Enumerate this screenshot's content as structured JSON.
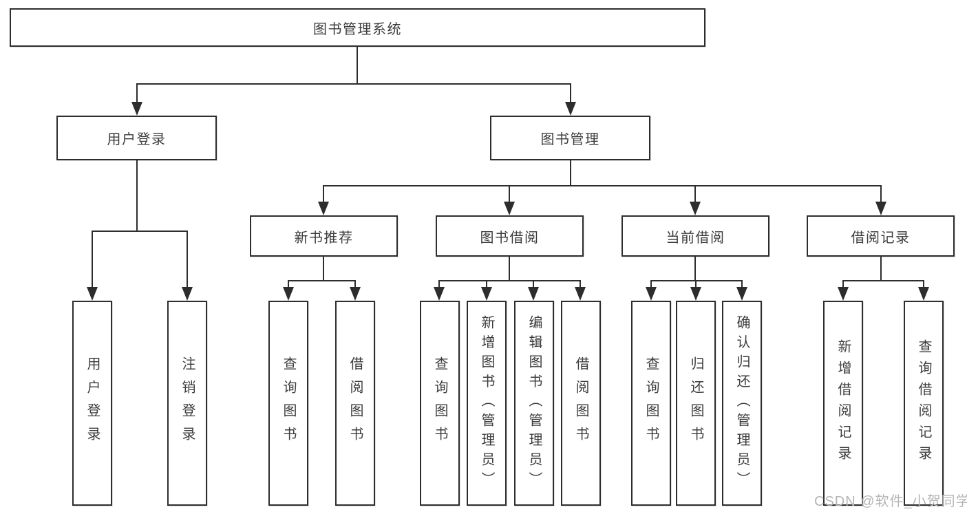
{
  "colors": {
    "line": "#2d2d2d",
    "text": "#3c3c3c",
    "watermark": "#b5b5b5",
    "background": "#ffffff"
  },
  "watermark": {
    "text": "CSDN @软件_小贺同学"
  },
  "tree": {
    "root": {
      "label": "图书管理系统"
    },
    "branches": [
      {
        "label": "用户登录",
        "children": [
          {
            "label": "用户登录"
          },
          {
            "label": "注销登录"
          }
        ]
      },
      {
        "label": "图书管理",
        "groups": [
          {
            "label": "新书推荐",
            "children": [
              {
                "label": "查询图书"
              },
              {
                "label": "借阅图书"
              }
            ]
          },
          {
            "label": "图书借阅",
            "children": [
              {
                "label": "查询图书"
              },
              {
                "label": "新增图书（管理员）"
              },
              {
                "label": "编辑图书（管理员）"
              },
              {
                "label": "借阅图书"
              }
            ]
          },
          {
            "label": "当前借阅",
            "children": [
              {
                "label": "查询图书"
              },
              {
                "label": "归还图书"
              },
              {
                "label": "确认归还（管理员）"
              }
            ]
          },
          {
            "label": "借阅记录",
            "children": [
              {
                "label": "新增借阅记录"
              },
              {
                "label": "查询借阅记录"
              }
            ]
          }
        ]
      }
    ]
  }
}
